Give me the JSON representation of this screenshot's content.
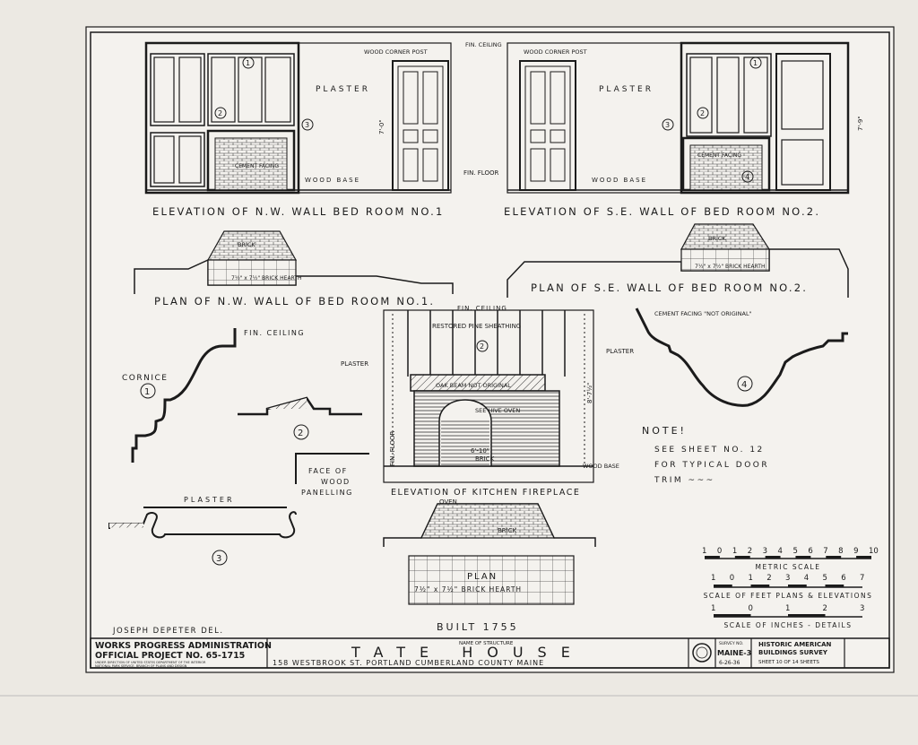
{
  "elevations": {
    "nw_title": "ELEVATION OF N.W. WALL BED ROOM NO.1",
    "se_title": "ELEVATION OF S.E. WALL OF BED ROOM NO.2.",
    "plaster": "PLASTER",
    "wood_corner_post": "WOOD CORNER POST",
    "fin_ceiling": "FIN. CEILING",
    "fin_floor": "FIN. FLOOR",
    "wood_base": "WOOD BASE",
    "cement_facing": "CEMENT FACING",
    "height_nw": "7'-0\"",
    "height_se": "7'-9\""
  },
  "plans": {
    "nw_title": "PLAN OF N.W. WALL OF BED ROOM NO.1.",
    "se_title": "PLAN OF S.E. WALL OF BED ROOM NO.2.",
    "brick": "BRICK",
    "hearth": "7½\" x 7½\" BRICK HEARTH"
  },
  "details": {
    "cornice": "CORNICE",
    "fin_ceiling": "FIN. CEILING",
    "face_of_wood_panelling": "FACE OF WOOD PANELLING",
    "plaster": "PLASTER",
    "cement_facing_note": "CEMENT FACING \"NOT ORIGINAL\"",
    "marks": [
      "1",
      "2",
      "3",
      "4"
    ]
  },
  "kitchen": {
    "title": "ELEVATION OF KITCHEN FIREPLACE",
    "fin_ceiling": "FIN. CEILING",
    "restored_pine": "RESTORED PINE SHEATHING",
    "plaster_left": "PLASTER",
    "plaster_right": "PLASTER",
    "oak_beam": "OAK BEAM NOT ORIGINAL",
    "see_hive_oven": "SEE HIVE OVEN",
    "brick": "BRICK",
    "wood_base": "WOOD BASE",
    "fin_floor": "FIN. FLOOR",
    "height": "8'-7½\"",
    "width": "6'-10\"",
    "plan_label": "PLAN",
    "oven": "OVEN",
    "hearth": "7½\" x 7½\" BRICK HEARTH"
  },
  "note": {
    "heading": "NOTE!",
    "lines": [
      "SEE SHEET NO. 12",
      "FOR TYPICAL DOOR",
      "TRIM ~~~"
    ]
  },
  "scales": {
    "metric_ticks": [
      "1",
      "0",
      "1",
      "2",
      "3",
      "4",
      "5",
      "6",
      "7",
      "8",
      "9",
      "10"
    ],
    "metric_label": "METRIC SCALE",
    "feet_ticks": [
      "1",
      "0",
      "1",
      "2",
      "3",
      "4",
      "5",
      "6",
      "7"
    ],
    "feet_label": "SCALE OF FEET PLANS & ELEVATIONS",
    "inch_ticks": [
      "1",
      "0",
      "1",
      "2",
      "3"
    ],
    "inch_label": "SCALE OF INCHES - DETAILS"
  },
  "built": "BUILT 1755",
  "delineator": "JOSEPH DEPETER DEL.",
  "title_block": {
    "wpa_line1": "WORKS PROGRESS ADMINISTRATION",
    "wpa_line2": "OFFICIAL PROJECT NO. 65-1715",
    "wpa_small1": "UNDER DIRECTION OF UNITED STATES DEPARTMENT OF THE INTERIOR",
    "wpa_small2": "NATIONAL PARK SERVICE, BRANCH OF PLANS AND DESIGN",
    "name_label": "NAME OF STRUCTURE",
    "structure_name": "TATE HOUSE",
    "address": "158 WESTBROOK ST. PORTLAND CUMBERLAND COUNTY MAINE",
    "survey_label": "SURVEY NO.",
    "survey_no": "MAINE-3",
    "survey_date": "6-26-36",
    "habs_line1": "HISTORIC AMERICAN",
    "habs_line2": "BUILDINGS SURVEY",
    "sheet": "SHEET 10 OF 14 SHEETS"
  }
}
